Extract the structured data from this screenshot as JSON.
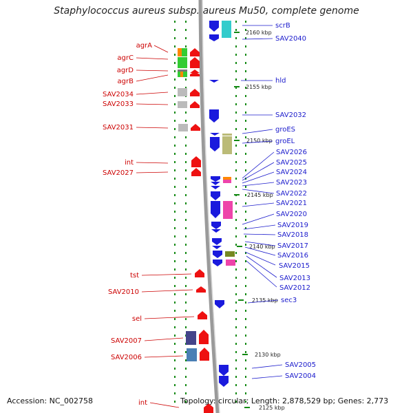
{
  "title": "Staphylococcus aureus subsp. aureus Mu50, complete genome",
  "footer": {
    "accession": "Accession: NC_002758",
    "topology": "Topology: circular; Length: 2,878,529 bp; Genes: 2,773"
  },
  "colors": {
    "forward_gene": "#ee1111",
    "reverse_gene": "#1a1add",
    "left_label": "#cc0000",
    "right_label": "#1a1acc",
    "backbone": "#999999",
    "dots": "#118811"
  },
  "ticks": [
    "2160 kbp",
    "2155 kbp",
    "2150 kbp",
    "2145 kbp",
    "2140 kbp",
    "2135 kbp",
    "2130 kbp",
    "2125 kbp"
  ],
  "left_labels": [
    "agrA",
    "agrC",
    "agrD",
    "agrB",
    "SAV2034",
    "SAV2033",
    "SAV2031",
    "int",
    "SAV2027",
    "tst",
    "SAV2010",
    "sel",
    "SAV2007",
    "SAV2006",
    "int"
  ],
  "right_labels": [
    "scrB",
    "SAV2040",
    "hld",
    "SAV2032",
    "groES",
    "groEL",
    "SAV2026",
    "SAV2025",
    "SAV2024",
    "SAV2023",
    "SAV2022",
    "SAV2021",
    "SAV2020",
    "SAV2019",
    "SAV2018",
    "SAV2017",
    "SAV2016",
    "SAV2015",
    "SAV2013",
    "SAV2012",
    "sec3",
    "SAV2005",
    "SAV2004"
  ]
}
